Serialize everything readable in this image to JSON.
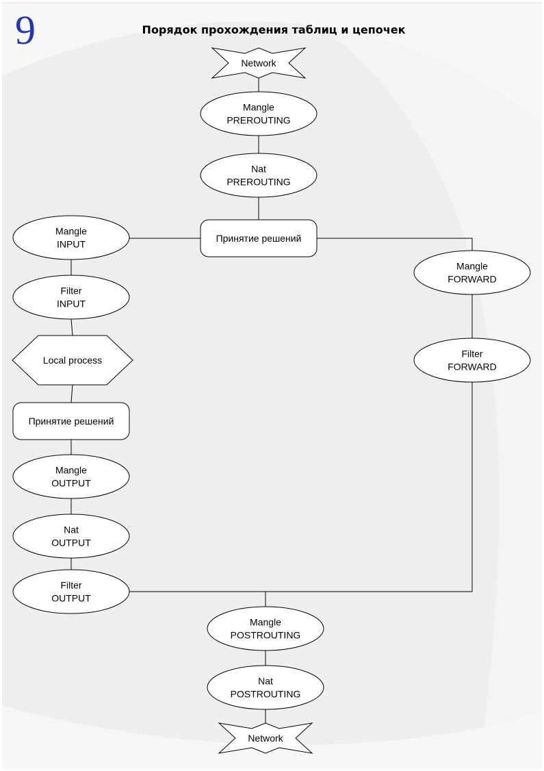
{
  "page_number": "9",
  "title": "Порядок прохождения таблиц и цепочек",
  "colors": {
    "background_page": "#ffffff",
    "background_panel": "#eeeeee",
    "background_swirl": "#f7f7f7",
    "node_fill": "#ffffff",
    "stroke": "#000000",
    "page_number": "#1f34c4"
  },
  "nodes": [
    {
      "id": "network-in",
      "shape": "star",
      "lines": [
        "Network"
      ]
    },
    {
      "id": "mangle-prerouting",
      "shape": "ellipse",
      "lines": [
        "Mangle",
        "PREROUTING"
      ]
    },
    {
      "id": "nat-prerouting",
      "shape": "ellipse",
      "lines": [
        "Nat",
        "PREROUTING"
      ]
    },
    {
      "id": "routing-decision-1",
      "shape": "rounded-rect",
      "lines": [
        "Принятие решений"
      ]
    },
    {
      "id": "mangle-input",
      "shape": "ellipse",
      "lines": [
        "Mangle",
        "INPUT"
      ]
    },
    {
      "id": "filter-input",
      "shape": "ellipse",
      "lines": [
        "Filter",
        "INPUT"
      ]
    },
    {
      "id": "local-process",
      "shape": "hexagon",
      "lines": [
        "Local process"
      ]
    },
    {
      "id": "routing-decision-2",
      "shape": "rounded-rect",
      "lines": [
        "Принятие решений"
      ]
    },
    {
      "id": "mangle-output",
      "shape": "ellipse",
      "lines": [
        "Mangle",
        "OUTPUT"
      ]
    },
    {
      "id": "nat-output",
      "shape": "ellipse",
      "lines": [
        "Nat",
        "OUTPUT"
      ]
    },
    {
      "id": "filter-output",
      "shape": "ellipse",
      "lines": [
        "Filter",
        "OUTPUT"
      ]
    },
    {
      "id": "mangle-forward",
      "shape": "ellipse",
      "lines": [
        "Mangle",
        "FORWARD"
      ]
    },
    {
      "id": "filter-forward",
      "shape": "ellipse",
      "lines": [
        "Filter",
        "FORWARD"
      ]
    },
    {
      "id": "mangle-postrouting",
      "shape": "ellipse",
      "lines": [
        "Mangle",
        "POSTROUTING"
      ]
    },
    {
      "id": "nat-postrouting",
      "shape": "ellipse",
      "lines": [
        "Nat",
        "POSTROUTING"
      ]
    },
    {
      "id": "network-out",
      "shape": "star",
      "lines": [
        "Network"
      ]
    }
  ],
  "edges": [
    [
      "network-in",
      "mangle-prerouting"
    ],
    [
      "mangle-prerouting",
      "nat-prerouting"
    ],
    [
      "nat-prerouting",
      "routing-decision-1"
    ],
    [
      "routing-decision-1",
      "mangle-input"
    ],
    [
      "routing-decision-1",
      "mangle-forward"
    ],
    [
      "mangle-input",
      "filter-input"
    ],
    [
      "filter-input",
      "local-process"
    ],
    [
      "local-process",
      "routing-decision-2"
    ],
    [
      "routing-decision-2",
      "mangle-output"
    ],
    [
      "mangle-output",
      "nat-output"
    ],
    [
      "nat-output",
      "filter-output"
    ],
    [
      "filter-output",
      "mangle-postrouting"
    ],
    [
      "mangle-forward",
      "filter-forward"
    ],
    [
      "filter-forward",
      "mangle-postrouting"
    ],
    [
      "mangle-postrouting",
      "nat-postrouting"
    ],
    [
      "nat-postrouting",
      "network-out"
    ]
  ]
}
